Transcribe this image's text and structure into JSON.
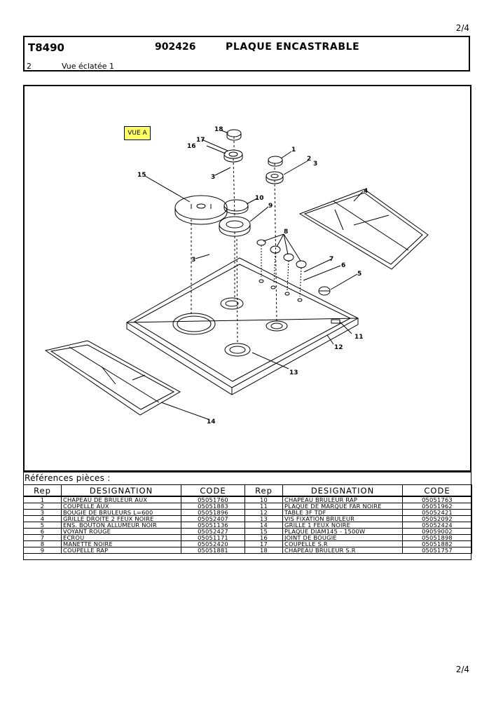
{
  "page": {
    "number": "2/4"
  },
  "header": {
    "model": "T8490",
    "code": "902426",
    "title": "PLAQUE ENCASTRABLE",
    "sub_number": "2",
    "sub_label": "Vue éclatée 1"
  },
  "drawing": {
    "view_label": "VUE A",
    "callouts": [
      "1",
      "2",
      "3",
      "4",
      "5",
      "6",
      "7",
      "8",
      "9",
      "10",
      "11",
      "12",
      "13",
      "14",
      "15",
      "16",
      "17",
      "18"
    ]
  },
  "references": {
    "title": "Références pièces  :",
    "headers": [
      "Rep",
      "DESIGNATION",
      "CODE",
      "Rep",
      "DESIGNATION",
      "CODE"
    ],
    "rows": [
      [
        "1",
        "CHAPEAU DE BRULEUR AUX",
        "05051760",
        "10",
        "CHAPEAU BRULEUR RAP",
        "05051763"
      ],
      [
        "2",
        "COUPELLE AUX",
        "05051883",
        "11",
        "PLAQUE DE MARQUE FAR NOIRE",
        "05051962"
      ],
      [
        "3",
        "BOUGIE DE  BRULEURS L=600",
        "05051896",
        "12",
        "TABLE 3F TDF",
        "05052421"
      ],
      [
        "4",
        "GRILLE DROITE 2 FEUX NOIRE",
        "05052407",
        "13",
        "VIS FIXATION BRULEUR",
        "05052092"
      ],
      [
        "5",
        "ENS. BOUTON ALLUMEUR NOIR",
        "05051136",
        "14",
        "GRILLE 1 FEUX NOIRE",
        "05052424"
      ],
      [
        "6",
        "VOYANT ROUGE",
        "05052427",
        "15",
        "PLAQUE DIAM145 - 1500W",
        "09059002"
      ],
      [
        "7",
        "ECROU",
        "05051171",
        "16",
        "JOINT DE BOUGIE",
        "05051898"
      ],
      [
        "8",
        "MANETTE NOIRE",
        "05052420",
        "17",
        "COUPELLE S.R",
        "05051882"
      ],
      [
        "9",
        "COUPELLE RAP",
        "05051881",
        "18",
        "CHAPEAU BRULEUR S.R",
        "05051757"
      ]
    ]
  }
}
